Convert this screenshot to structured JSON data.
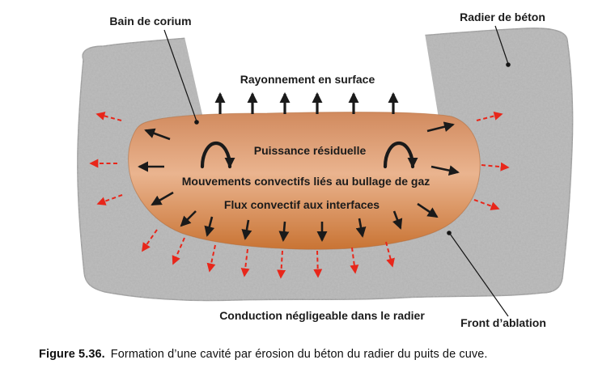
{
  "figure": {
    "labels": {
      "bain_de_corium": "Bain de corium",
      "radier_de_beton": "Radier de béton",
      "rayonnement_en_surface": "Rayonnement en surface",
      "puissance_residuelle": "Puissance résiduelle",
      "mouvements_convectifs": "Mouvements convectifs liés au bullage de gaz",
      "flux_convectif": "Flux convectif aux interfaces",
      "conduction_negligeable": "Conduction négligeable dans le radier",
      "front_ablation": "Front d’ablation"
    },
    "colors": {
      "concrete": "#b2b2b2",
      "concrete_edge": "#949494",
      "corium_top": "#d18a5e",
      "corium_mid": "#eab48f",
      "corium_bottom": "#c97434",
      "arrow_black": "#1a1a1a",
      "arrow_red": "#e8261a",
      "conduction_text": "#f54a14"
    }
  },
  "caption": {
    "label": "Figure 5.36.",
    "text": "Formation d’une cavité par érosion du béton du radier du puits de cuve."
  }
}
